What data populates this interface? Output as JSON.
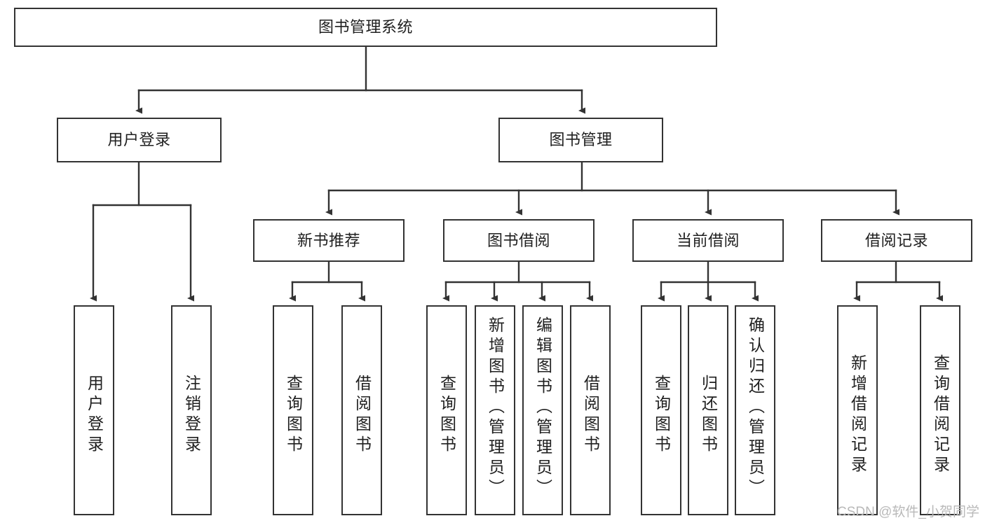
{
  "diagram": {
    "title": "图书管理系统",
    "type": "hierarchy-tree",
    "watermark": "CSDN @软件_小贺同学",
    "colors": {
      "box_border": "#333333",
      "box_fill": "#ffffff",
      "connector": "#333333",
      "text": "#1f1f1f",
      "watermark": "#b9b9b9"
    },
    "levels": {
      "root": {
        "label": "图书管理系统"
      },
      "level2": [
        {
          "label": "用户登录"
        },
        {
          "label": "图书管理"
        }
      ],
      "level3": [
        {
          "label": "新书推荐"
        },
        {
          "label": "图书借阅"
        },
        {
          "label": "当前借阅"
        },
        {
          "label": "借阅记录"
        }
      ]
    },
    "leaves": {
      "user_login": [
        {
          "label": "用户登录"
        },
        {
          "label": "注销登录"
        }
      ],
      "new_book_recommend": [
        {
          "label": "查询图书"
        },
        {
          "label": "借阅图书"
        }
      ],
      "book_borrow": [
        {
          "label": "查询图书"
        },
        {
          "label": "新增图书（管理员）"
        },
        {
          "label": "编辑图书（管理员）"
        },
        {
          "label": "借阅图书"
        }
      ],
      "current_borrow": [
        {
          "label": "查询图书"
        },
        {
          "label": "归还图书"
        },
        {
          "label": "确认归还（管理员）"
        }
      ],
      "borrow_record": [
        {
          "label": "新增借阅记录"
        },
        {
          "label": "查询借阅记录"
        }
      ]
    }
  }
}
